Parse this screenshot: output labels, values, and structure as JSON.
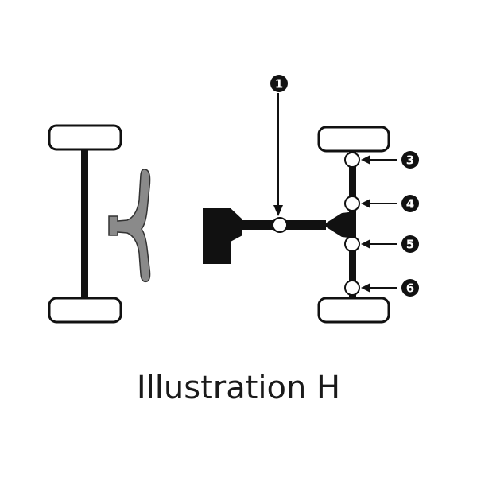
{
  "caption": "Illustration H",
  "callouts": [
    "1",
    "3",
    "4",
    "5",
    "6"
  ],
  "colors": {
    "line": "#111111",
    "steering": "#8a8a8a",
    "wheel_fill": "#ffffff",
    "background": "#ffffff"
  }
}
